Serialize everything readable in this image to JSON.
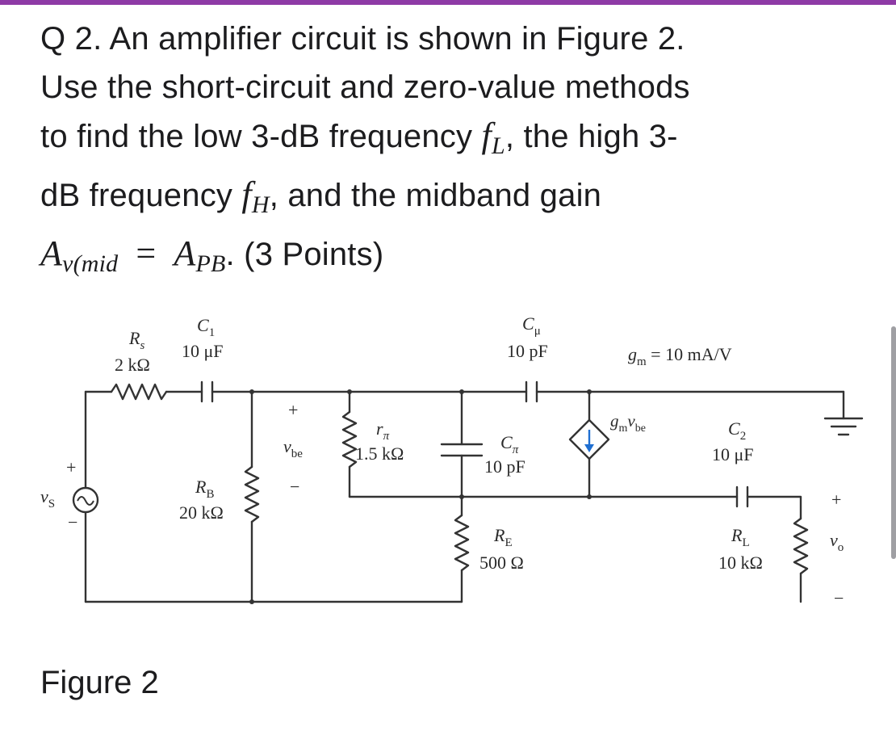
{
  "question": {
    "line1": "Q 2. An amplifier circuit is shown in Figure 2.",
    "line2": "Use the short-circuit and zero-value methods",
    "line3a": "to find the low 3-dB frequency ",
    "line3_math_var": "f",
    "line3_math_sub": "L",
    "line3b": ", the high 3-",
    "line4a": "dB frequency ",
    "line4_math_var": "f",
    "line4_math_sub": "H",
    "line4b": ", and the midband gain",
    "line5_lhs_var": "A",
    "line5_lhs_sub": "v(mid",
    "line5_eq": "=",
    "line5_rhs_var": "A",
    "line5_rhs_sub": "PB",
    "line5_tail": ". (3 Points)"
  },
  "circuit": {
    "rs_sym": "R",
    "rs_sub": "s",
    "rs_val": "2 kΩ",
    "c1_sym": "C",
    "c1_sub": "1",
    "c1_val": "10 μF",
    "cmu_sym": "C",
    "cmu_sub": "μ",
    "cmu_val": "10 pF",
    "gm_sym": "g",
    "gm_sub": "m",
    "gm_eq": " = 10 mA/V",
    "vbe_sym": "v",
    "vbe_sub": "be",
    "vbe_plus": "+",
    "vbe_minus": "−",
    "rpi_sym": "r",
    "rpi_sub": "π",
    "rpi_val": "1.5 kΩ",
    "cpi_sym": "C",
    "cpi_sub": "π",
    "cpi_val": "10 pF",
    "src_g": "g",
    "src_gsub": "m",
    "src_v": "v",
    "src_vsub": "be",
    "c2_sym": "C",
    "c2_sub": "2",
    "c2_val": "10 μF",
    "vs_sym": "v",
    "vs_sub": "S",
    "vs_plus": "+",
    "vs_minus": "−",
    "rb_sym": "R",
    "rb_sub": "B",
    "rb_val": "20 kΩ",
    "re_sym": "R",
    "re_sub": "E",
    "re_val": "500 Ω",
    "rl_sym": "R",
    "rl_sub": "L",
    "rl_val": "10 kΩ",
    "vo_sym": "v",
    "vo_sub": "o",
    "vo_plus": "+",
    "vo_minus": "−",
    "wire_color": "#333333",
    "arrow_color": "#1f6fd1"
  },
  "figure_caption": "Figure 2"
}
